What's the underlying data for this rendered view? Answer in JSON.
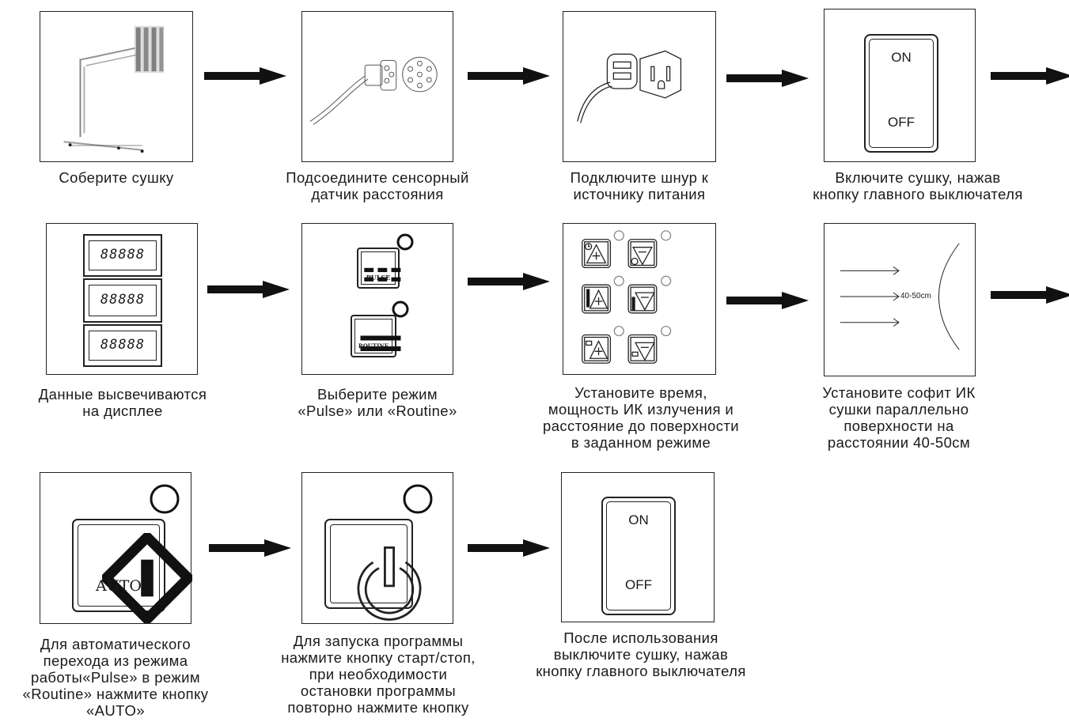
{
  "steps": [
    {
      "caption": "Соберите сушку"
    },
    {
      "caption": "Подсоедините сенсорный\nдатчик расстояния"
    },
    {
      "caption": "Подключите шнур к\nисточнику питания"
    },
    {
      "caption": "Включите  сушку, нажав\nкнопку главного выключателя",
      "switch_on": "ON",
      "switch_off": "OFF"
    },
    {
      "caption": "Данные высвечиваются\nна дисплее",
      "display_text": "88888"
    },
    {
      "caption": "Выберите режим\n«Pulse» или «Routine»",
      "pulse_label": "PULSE",
      "routine_label": "ROUTINE"
    },
    {
      "caption": "Установите время,\nмощность ИК излучения  и\nрасстояние до поверхности\nв заданном режиме"
    },
    {
      "caption": "Установите софит ИК\nсушки параллельно\nповерхности на\nрасстоянии 40-50см",
      "distance_label": "40-50cm"
    },
    {
      "caption": "Для автоматического\nперехода из  режима\nработы«Pulse» в режим\n«Routine» нажмите кнопку\n«AUTO»",
      "auto_label": "AUTO"
    },
    {
      "caption": "Для запуска программы\nнажмите кнопку старт/стоп,\nпри необходимости\nостановки программы\nповторно нажмите кнопку"
    },
    {
      "caption": "После использования\nвыключите  сушку, нажав\nкнопку главного выключателя",
      "switch_on": "ON",
      "switch_off": "OFF"
    }
  ],
  "colors": {
    "line": "#1a1a1a",
    "arrow": "#111111"
  }
}
